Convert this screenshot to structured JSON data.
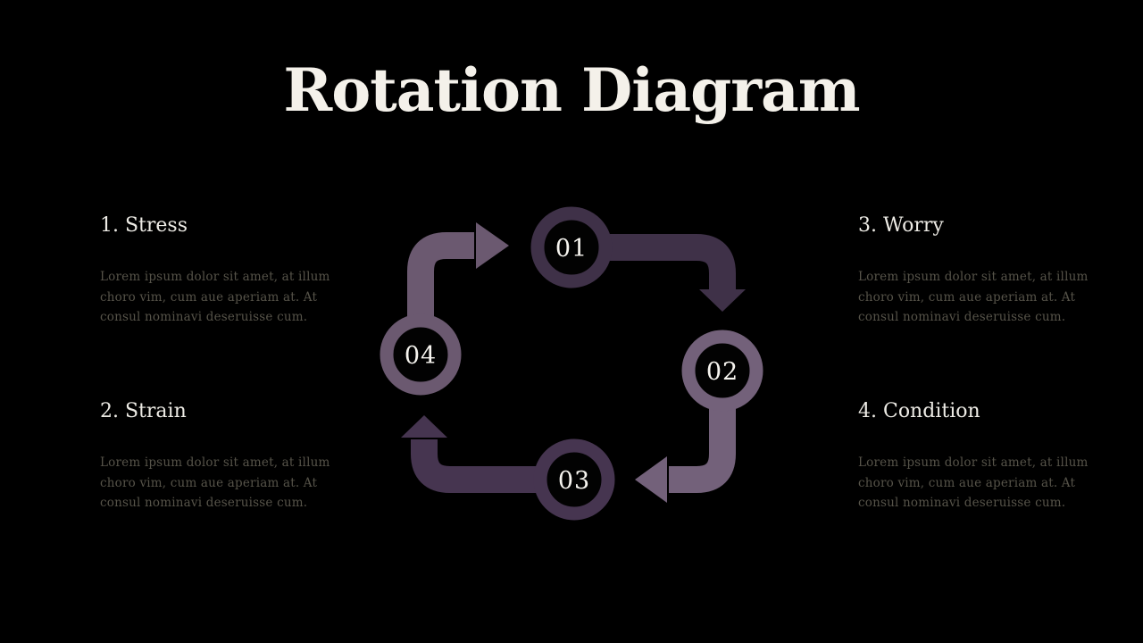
{
  "slide": {
    "title": "Rotation Diagram"
  },
  "colors": {
    "background": "#000000",
    "title_text": "#F4F1EA",
    "heading_text": "#EDEBE5",
    "body_text": "#565349",
    "number_text": "#F6F4EF",
    "node_inner_fill": "#020202",
    "dark_purple": "#3F3148",
    "dark_purple_alt": "#463550",
    "light_mauve": "#6B5970",
    "light_mauve_alt": "#73617A"
  },
  "diagram": {
    "numbers": [
      "01",
      "02",
      "03",
      "04"
    ]
  },
  "blocks": [
    {
      "heading": "1. Stress",
      "line1": "Lorem ipsum dolor sit amet, at illum",
      "line2": "choro vim, cum aue aperiam at. At",
      "line3": "consul nominavi deseruisse cum."
    },
    {
      "heading": "2. Strain",
      "line1": "Lorem ipsum dolor sit amet, at illum",
      "line2": "choro vim, cum aue aperiam at. At",
      "line3": "consul nominavi deseruisse cum."
    },
    {
      "heading": "3. Worry",
      "line1": "Lorem ipsum dolor sit amet, at illum",
      "line2": "choro vim, cum aue aperiam at. At",
      "line3": "consul nominavi deseruisse cum."
    },
    {
      "heading": "4. Condition",
      "line1": "Lorem ipsum dolor sit amet, at illum",
      "line2": "choro vim, cum aue aperiam at. At",
      "line3": "consul nominavi deseruisse cum."
    }
  ]
}
